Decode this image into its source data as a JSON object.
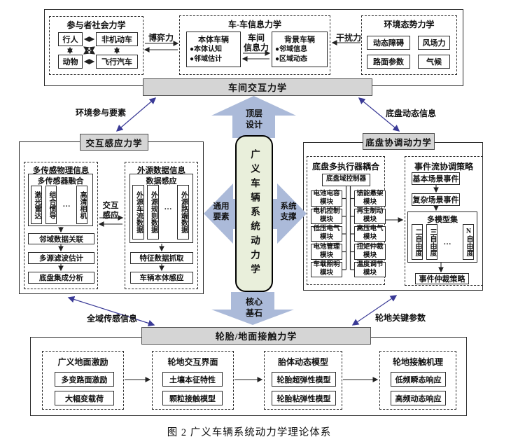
{
  "caption": "图 2  广义车辆系统动力学理论体系",
  "colors": {
    "block_arrow_blue": "#abbad9",
    "core_green": "#e9efdb",
    "bar_gray": "#d5d5d5",
    "connector_blue": "#3a3a96",
    "line_black": "#222222"
  },
  "top": {
    "participant": {
      "title": "参与者社会力学",
      "items": [
        "行人",
        "非机动车",
        "动物",
        "飞行汽车"
      ]
    },
    "game_force": "博弈力",
    "v2v": {
      "title": "车-车信息力学",
      "ego": {
        "title": "本体车辆",
        "bullets": [
          "●本体认知",
          "●邻域估计"
        ]
      },
      "inter_label": "车间\n信息力",
      "bg": {
        "title": "背景车辆",
        "bullets": [
          "●邻域信息",
          "●区域动态"
        ]
      }
    },
    "disturbance": "干扰力",
    "env": {
      "title": "环境态势力学",
      "items": [
        "动态障碍",
        "风场力",
        "路面参数",
        "气候"
      ]
    }
  },
  "bars": {
    "vehicle_interaction": "车间交互力学",
    "interaction_sensing": "交互感应力学",
    "chassis_coordination": "底盘协调动力学",
    "tire_ground": "轮胎/地面接触力学"
  },
  "edge": {
    "env_participation": "环境参与要素",
    "chassis_info": "底盘动态信息",
    "global_sensing": "全域传感信息",
    "wheel_params": "轮地关键参数"
  },
  "center": {
    "top_arrow": "顶层\n设计",
    "left_arrow": "通用\n要素",
    "right_arrow": "系统\n支撑",
    "bottom_arrow": "核心\n基石",
    "core": "广义车辆系统动力学"
  },
  "sensing": {
    "physical": {
      "title": "多传感物理信息",
      "fusion": {
        "title": "多传感器融合",
        "items": [
          "激光雷达",
          "组合惯导",
          "…",
          "高清相机"
        ]
      },
      "chain": [
        "邻域数据关联",
        "多源滤波估计",
        "底盘集成分析"
      ]
    },
    "mutual": "交互\n感应",
    "external": {
      "title": "外源数据信息",
      "collect": {
        "title": "数据感应",
        "items": [
          "外源车流数据",
          "外源规则数据",
          "…",
          "外源路端数据"
        ]
      },
      "chain": [
        "特征数据抓取",
        "车辆本体感应"
      ]
    }
  },
  "chassis": {
    "actuator": {
      "title": "底盘多执行器耦合",
      "controller": "底盘域控制器",
      "left": [
        "电池电容模块",
        "电机控制模块",
        "低压电气模块",
        "电池管理模块",
        "车载照明模块"
      ],
      "right": [
        "馈能悬架模块",
        "再生制动模块",
        "高压电气模块",
        "扭矩仲裁模块",
        "温度调节模块"
      ]
    },
    "event": {
      "title": "事件流协调策略",
      "chain": [
        "基本场景事件",
        "复杂场景事件"
      ],
      "models": {
        "title": "多模型集",
        "items": [
          "二自由度",
          "三自由度",
          "…",
          "N自由度"
        ]
      },
      "arbitration": "事件仲裁策略"
    }
  },
  "tire": {
    "groups": [
      {
        "title": "广义地面激励",
        "items": [
          "多变路面激励",
          "大幅变载荷"
        ]
      },
      {
        "title": "轮地交互界面",
        "items": [
          "土壤本征特性",
          "颗粒接触模型"
        ]
      },
      {
        "title": "胎体动态模型",
        "items": [
          "轮胎超弹性模型",
          "轮胎粘弹性模型"
        ]
      },
      {
        "title": "轮地接触机理",
        "items": [
          "低频瞬态响应",
          "高频动态响应"
        ]
      }
    ]
  }
}
